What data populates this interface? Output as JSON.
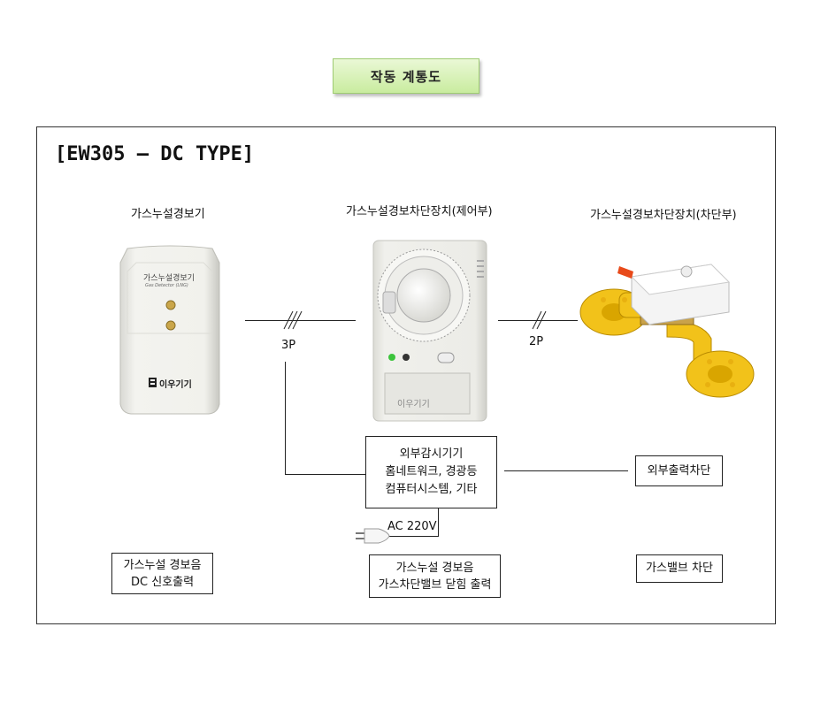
{
  "title": "작동 계통도",
  "heading": "[EW305 – DC TYPE]",
  "devices": {
    "detector": {
      "caption": "가스누설경보기",
      "face_text": "가스누설경보기",
      "face_subtext": "Gas Detector (LNG)",
      "brand": "이우기기"
    },
    "controller": {
      "caption": "가스누설경보차단장치(제어부)",
      "brand": "이우기기"
    },
    "actuator": {
      "caption": "가스누설경보차단장치(차단부)"
    }
  },
  "wires": {
    "left_label": "3P",
    "right_label": "2P"
  },
  "external_box": {
    "lines": [
      "외부감시기기",
      "홈네트워크, 경광등",
      "컴퓨터시스템, 기타"
    ]
  },
  "external_cutoff": "외부출력차단",
  "power_label": "AC 220V",
  "outputs": {
    "left": [
      "가스누설 경보음",
      "DC 신호출력"
    ],
    "center": [
      "가스누설 경보음",
      "가스차단밸브 닫힘 출력"
    ],
    "right": "가스밸브 차단"
  },
  "colors": {
    "title_fill": "#c9ec9f",
    "valve_yellow": "#f2c21a",
    "actuator_body": "#f4f4f4",
    "led_green": "#3cc43c"
  }
}
